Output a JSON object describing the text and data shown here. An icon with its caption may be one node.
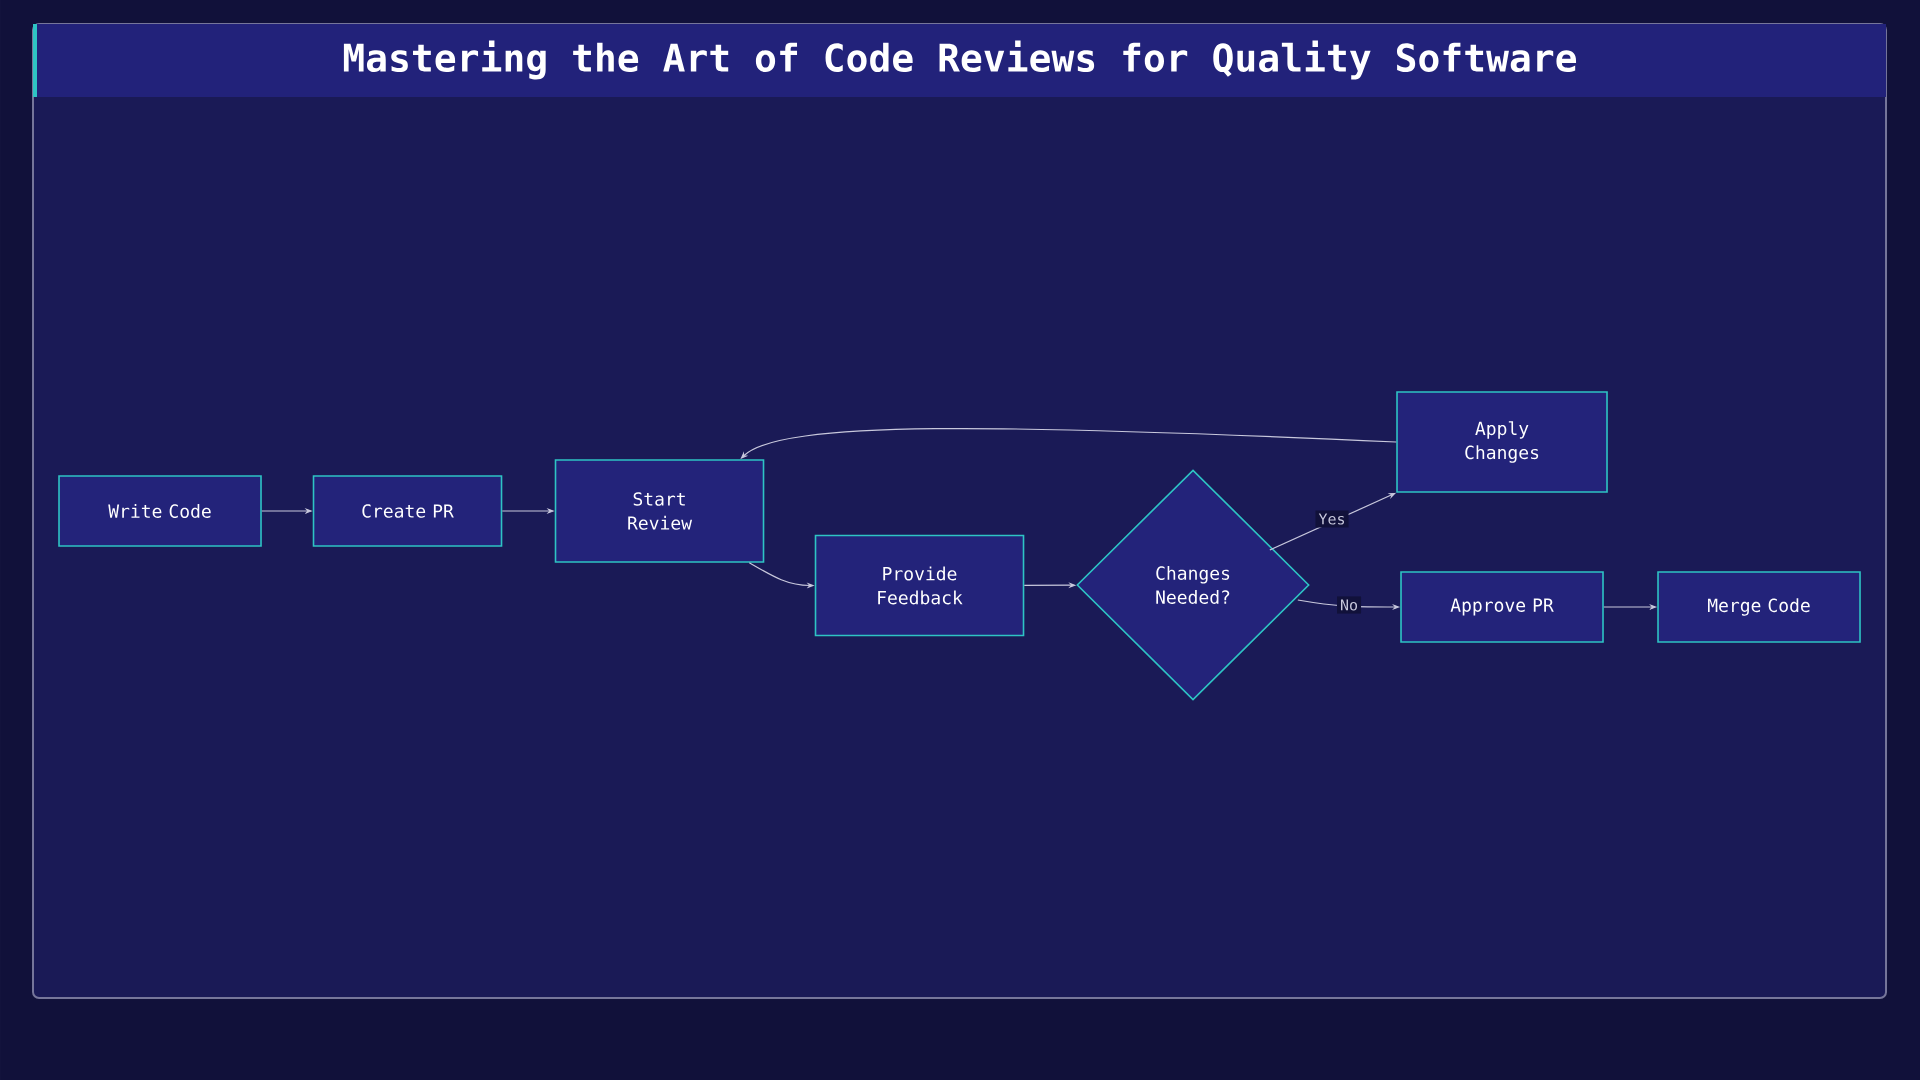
{
  "diagram": {
    "title": "Mastering the Art of Code Reviews for Quality Software",
    "nodes": [
      {
        "text": [
          "Write Code"
        ]
      },
      {
        "text": [
          "Create PR"
        ]
      },
      {
        "text": [
          "Start Review"
        ]
      },
      {
        "text": [
          "Provide Feedback"
        ]
      },
      {
        "text": [
          "Changes Needed?"
        ]
      },
      {
        "text": [
          "Apply Changes"
        ]
      },
      {
        "text": [
          "Approve PR"
        ]
      },
      {
        "text": [
          "Merge Code"
        ]
      }
    ],
    "edges": [
      {
        "from": 0,
        "to": 1,
        "arrow": "to"
      },
      {
        "from": 1,
        "to": 2,
        "arrow": "to"
      },
      {
        "from": 2,
        "to": 3,
        "arrow": "to"
      },
      {
        "from": 3,
        "to": 4,
        "arrow": "to"
      },
      {
        "from": 4,
        "to": 5,
        "arrow": "to",
        "label": "Yes"
      },
      {
        "from": 4,
        "to": 6,
        "arrow": "to",
        "label": "No"
      },
      {
        "from": 6,
        "to": 7,
        "arrow": "to"
      },
      {
        "from": 5,
        "to": 2,
        "arrow": "to"
      }
    ]
  }
}
